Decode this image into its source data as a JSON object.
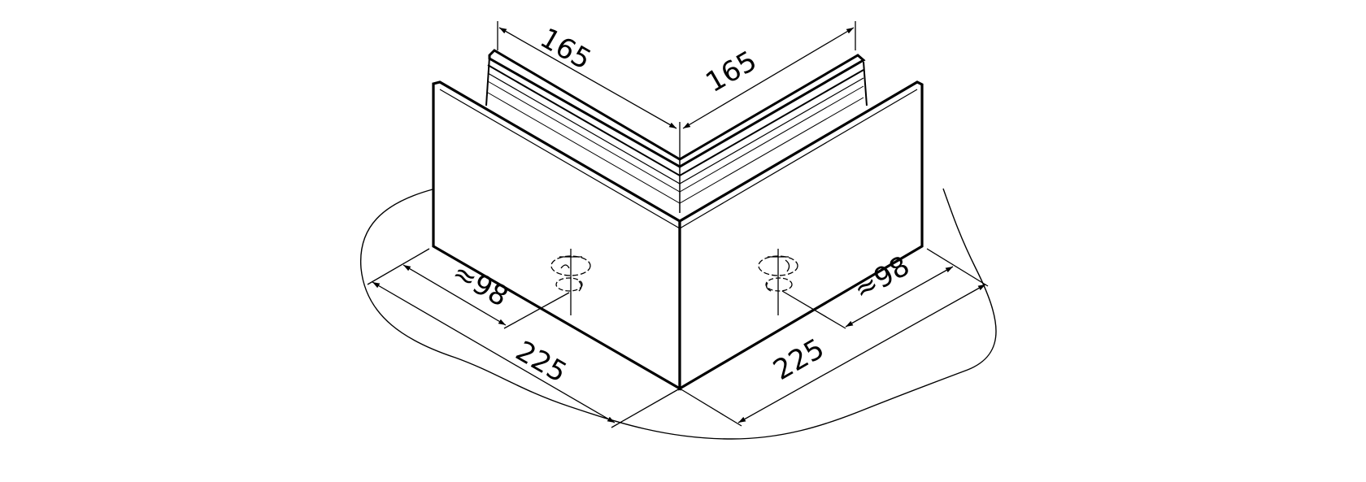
{
  "diagram": {
    "type": "isometric technical drawing",
    "subject": "glass clamp corner base profile (90° corner)",
    "colors": {
      "line": "#000000",
      "background": "#ffffff"
    },
    "dimensions": {
      "top_left_length": "165",
      "top_right_length": "165",
      "base_left_length": "225",
      "base_right_length": "225",
      "bolt_offset_left": "≈98",
      "bolt_offset_right": "≈98"
    },
    "features": [
      "left profile wall",
      "right profile wall",
      "glass channel top",
      "left anchor bolt hole",
      "right anchor bolt hole",
      "floor break outline"
    ]
  }
}
